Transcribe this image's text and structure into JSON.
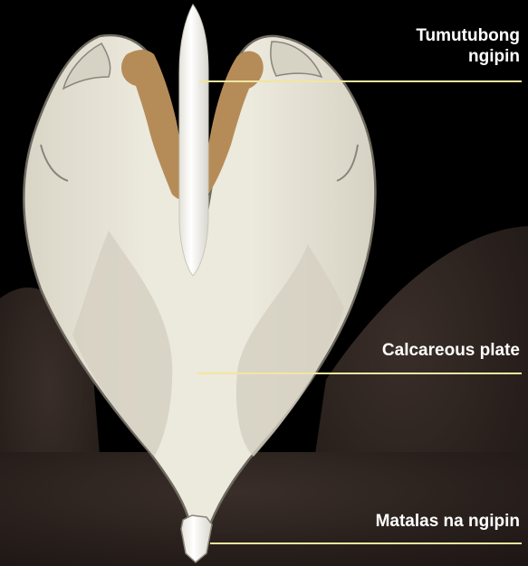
{
  "colors": {
    "background": "#000000",
    "ground": "#2a211d",
    "plate_fill": "#e8e4d6",
    "plate_outline": "#6e6a60",
    "tooth_fill": "#f7f6f1",
    "tissue_fill": "#b58c58",
    "leader_line": "#f2e6a0",
    "label_text": "#ffffff"
  },
  "labels": {
    "top_line1": "Tumutubong",
    "top_line2": "ngipin",
    "middle": "Calcareous plate",
    "bottom": "Matalas na ngipin"
  }
}
